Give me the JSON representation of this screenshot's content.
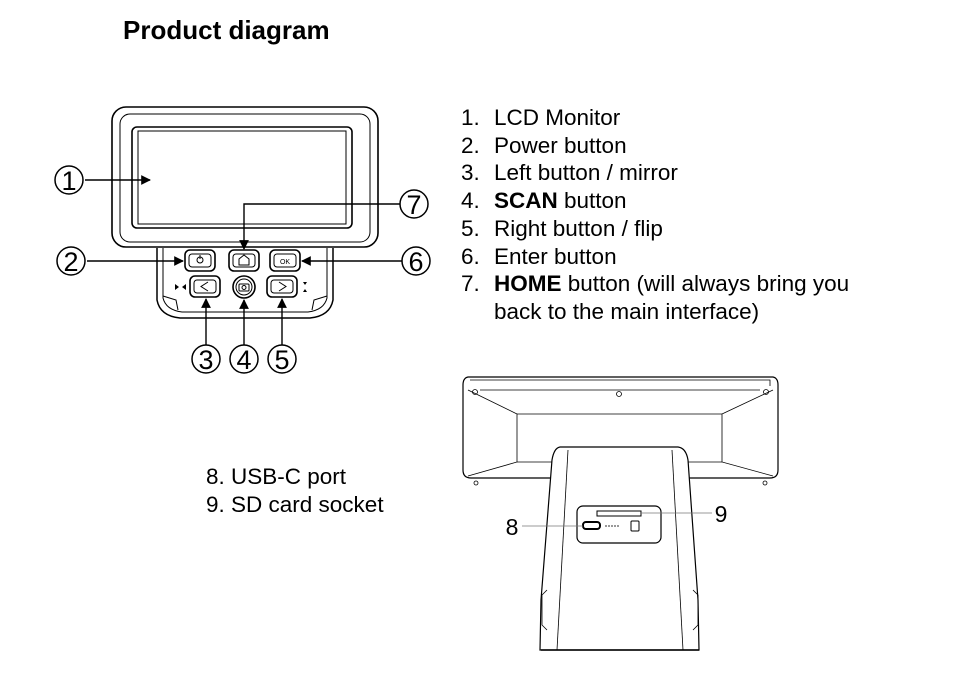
{
  "title": "Product diagram",
  "front_view": {
    "callouts": [
      "1",
      "2",
      "3",
      "4",
      "5",
      "6",
      "7"
    ],
    "button_labels": {
      "enter": "OK",
      "left": "<",
      "right": ">"
    }
  },
  "legend_front": [
    {
      "num": "1.",
      "bold": "",
      "text": "LCD Monitor"
    },
    {
      "num": "2.",
      "bold": "",
      "text": "Power button"
    },
    {
      "num": "3.",
      "bold": "",
      "text": "Left button / mirror"
    },
    {
      "num": "4.",
      "bold": "SCAN",
      "text": " button"
    },
    {
      "num": "5.",
      "bold": "",
      "text": "Right button / flip"
    },
    {
      "num": "6.",
      "bold": "",
      "text": "Enter button"
    },
    {
      "num": "7.",
      "bold": "HOME",
      "text": " button (will always bring you"
    },
    {
      "num": "",
      "bold": "",
      "text": "back to the main interface)"
    }
  ],
  "legend_back": [
    "8. USB-C port",
    "9. SD card socket"
  ],
  "back_view": {
    "callouts": [
      "8",
      "9"
    ]
  }
}
